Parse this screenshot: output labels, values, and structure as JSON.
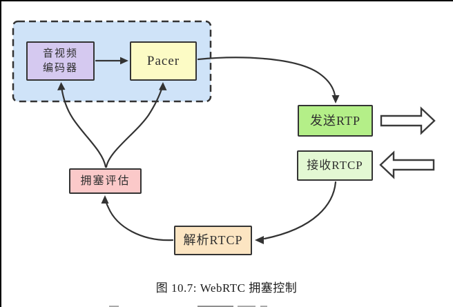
{
  "figure": {
    "caption": "图 10.7: WebRTC 拥塞控制"
  },
  "diagram": {
    "nodes": {
      "encoder": {
        "label_lines": [
          "音视频",
          "编码器"
        ],
        "fill": "#d5c9f0"
      },
      "pacer": {
        "label": "Pacer",
        "fill": "#fcfbc5"
      },
      "send_rtp": {
        "label": "发送RTP",
        "fill": "#b4ef88"
      },
      "recv_rtcp": {
        "label": "接收RTCP",
        "fill": "#e3f8d3"
      },
      "congestion": {
        "label": "拥塞评估",
        "fill": "#fbc9c9"
      },
      "parse_rtcp": {
        "label": "解析RTCP",
        "fill": "#fce5c2"
      }
    },
    "sender_container": {
      "fill": "#cfe3f8",
      "border_style": "dashed"
    },
    "edges": [
      {
        "from": "encoder",
        "to": "pacer"
      },
      {
        "from": "pacer",
        "to": "send_rtp"
      },
      {
        "from": "recv_rtcp",
        "to": "parse_rtcp"
      },
      {
        "from": "parse_rtcp",
        "to": "congestion"
      },
      {
        "from": "congestion",
        "to": "encoder"
      },
      {
        "from": "congestion",
        "to": "pacer"
      }
    ],
    "icons": [
      "outbound-network-arrow",
      "inbound-network-arrow"
    ],
    "line_color": "#333333"
  }
}
